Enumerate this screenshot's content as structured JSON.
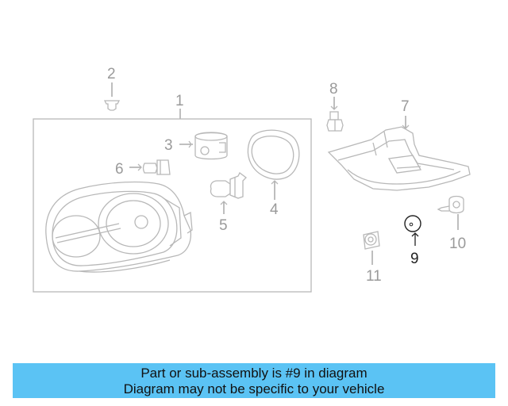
{
  "callouts": {
    "c1": "1",
    "c2": "2",
    "c3": "3",
    "c4": "4",
    "c5": "5",
    "c6": "6",
    "c7": "7",
    "c8": "8",
    "c9": "9",
    "c10": "10",
    "c11": "11"
  },
  "highlight_part": "9",
  "colors": {
    "banner": "#5bc3f4",
    "part_lines": "#b8b8b8",
    "highlight": "#222222"
  },
  "banner": {
    "line1": "Part or sub-assembly is #9 in diagram",
    "line2": "Diagram may not be specific to your vehicle"
  }
}
